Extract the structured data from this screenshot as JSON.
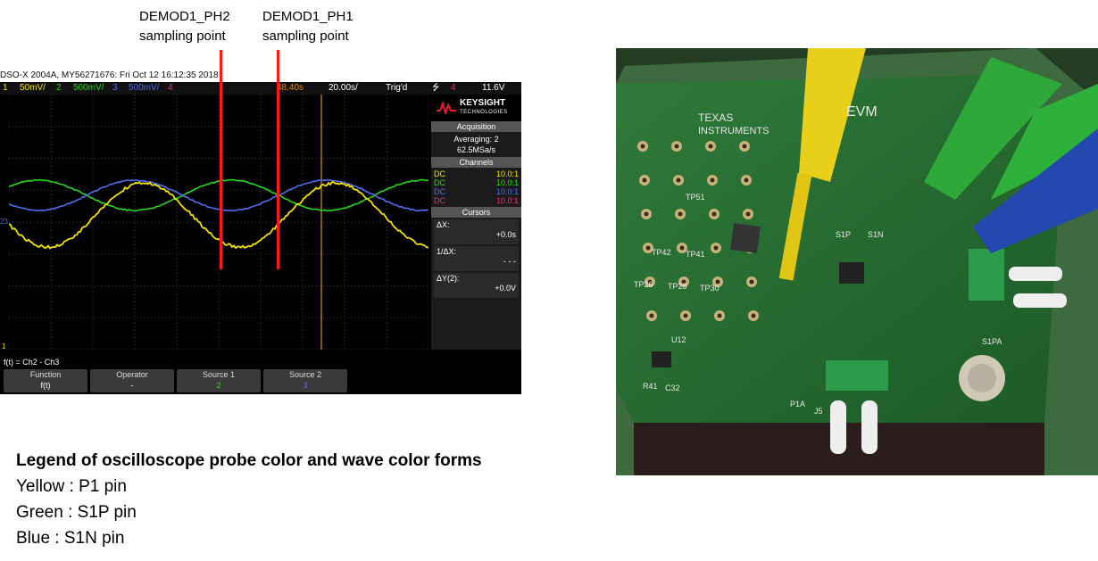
{
  "annotations": {
    "ph2": [
      "DEMOD1_PH2",
      "sampling point"
    ],
    "ph1": [
      "DEMOD1_PH1",
      "sampling point"
    ]
  },
  "scope": {
    "header": "DSO-X 2004A, MY56271676: Fri Oct 12 16:12:35 2018",
    "topbar": {
      "ch1_num": "1",
      "ch1_scale": "50mV/",
      "ch2_num": "2",
      "ch2_scale": "500mV/",
      "ch3_num": "3",
      "ch3_scale": "500mV/",
      "ch4_num": "4",
      "delay": "48.40s",
      "timebase": "20.00s/",
      "trig": "Trig'd",
      "trig_ch": "4",
      "trig_level": "11.6V"
    },
    "brand": {
      "name": "KEYSIGHT",
      "sub": "TECHNOLOGIES"
    },
    "acquisition": {
      "title": "Acquisition",
      "mode": "Averaging: 2",
      "rate": "62.5MSa/s"
    },
    "channels": {
      "title": "Channels",
      "rows": [
        {
          "coupling": "DC",
          "ratio": "10.0:1",
          "color": "#f2e300"
        },
        {
          "coupling": "DC",
          "ratio": "10.0:1",
          "color": "#27d81b"
        },
        {
          "coupling": "DC",
          "ratio": "10.0:1",
          "color": "#4f6ff0"
        },
        {
          "coupling": "DC",
          "ratio": "10.0:1",
          "color": "#e3347c"
        }
      ]
    },
    "cursors": {
      "title": "Cursors",
      "dx_label": "ΔX:",
      "dx_value": "+0.0s",
      "inv_dx_label": "1/ΔX:",
      "inv_dx_value": "- - -",
      "dy_label": "ΔY(2):",
      "dy_value": "+0.0V"
    },
    "markers": {
      "left_a": "2",
      "left_b": "3",
      "bottom": "1"
    },
    "function_line": "f(t) = Ch2 - Ch3",
    "softkeys": [
      {
        "label": "Function",
        "value": "f(t)"
      },
      {
        "label": "Operator",
        "value": "-"
      },
      {
        "label": "Source 1",
        "value": "2"
      },
      {
        "label": "Source 2",
        "value": "3"
      }
    ],
    "colors": {
      "yellow": "#f2e300",
      "green": "#27d81b",
      "blue": "#4f6ff0",
      "pink": "#e3347c",
      "trigger": "#e88a12"
    }
  },
  "legend": {
    "title": "Legend of oscilloscope probe color and wave color forms",
    "items": [
      "Yellow : P1 pin",
      "Green : S1P pin",
      "Blue : S1N pin"
    ]
  },
  "photo": {
    "board_texts": [
      "TEXAS",
      "INSTRUMENTS",
      "EVM",
      "J5",
      "P1A",
      "S1PA",
      "TP26",
      "TP28",
      "TP30",
      "TP42",
      "TP41",
      "TP51",
      "U12",
      "R41",
      "C32",
      "S1P",
      "S1N"
    ]
  }
}
